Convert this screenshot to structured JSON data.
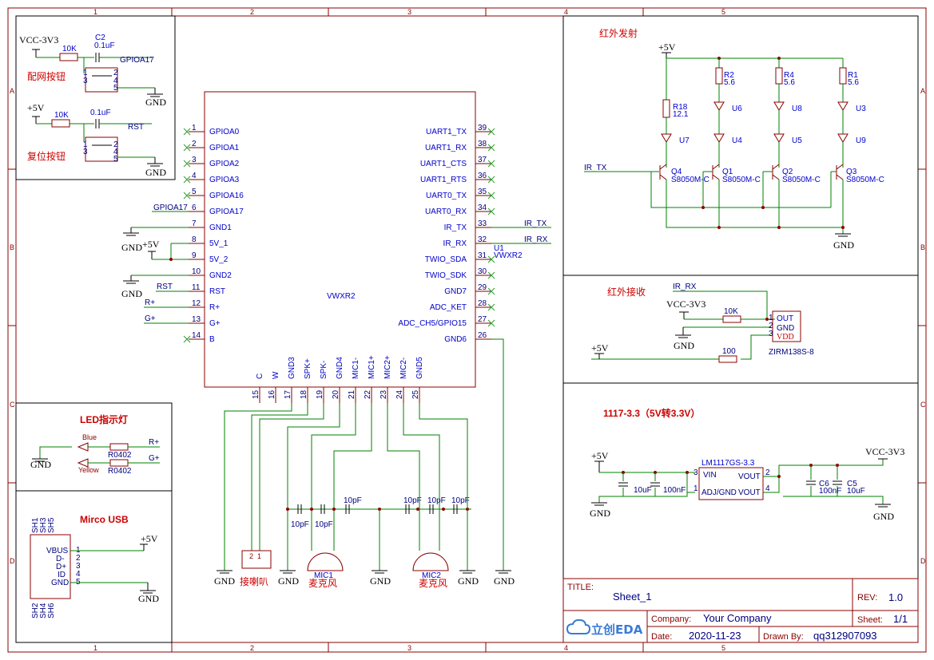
{
  "grid": {
    "columns": [
      "1",
      "2",
      "3",
      "4",
      "5"
    ],
    "rows": [
      "A",
      "B",
      "C",
      "D"
    ]
  },
  "sections": {
    "pairing_button": "配网按钮",
    "reset_button": "复位按钮",
    "ir_emit": "红外发射",
    "ir_receive": "红外接收",
    "ldo": "1117-3.3（5V转3.3V）",
    "led": "LED指示灯",
    "usb": "Mirco USB",
    "speaker": "接喇叭",
    "mic_label": "麦克风"
  },
  "nets": {
    "vcc33": "VCC-3V3",
    "p5v": "+5V",
    "gnd": "GND",
    "gpioa17": "GPIOA17",
    "rst": "RST",
    "ir_tx": "IR_TX",
    "ir_rx": "IR_RX",
    "rplus": "R+",
    "gplus": "G+"
  },
  "buttons_block": {
    "r_10k": "10K",
    "c2": "C2",
    "c2_val": "0.1uF",
    "c_reset_val": "0.1uF",
    "pin1": "1",
    "pin2": "2",
    "pin3": "3",
    "pin4": "4",
    "pin5": "5"
  },
  "u1": {
    "ref": "U1",
    "name": "VWXR2",
    "center_label": "VWXR2",
    "left_pins": [
      {
        "num": "1",
        "name": "GPIOA0"
      },
      {
        "num": "2",
        "name": "GPIOA1"
      },
      {
        "num": "3",
        "name": "GPIOA2"
      },
      {
        "num": "4",
        "name": "GPIOA3"
      },
      {
        "num": "5",
        "name": "GPIOA16"
      },
      {
        "num": "6",
        "name": "GPIOA17"
      },
      {
        "num": "7",
        "name": "GND1"
      },
      {
        "num": "8",
        "name": "5V_1"
      },
      {
        "num": "9",
        "name": "5V_2"
      },
      {
        "num": "10",
        "name": "GND2"
      },
      {
        "num": "11",
        "name": "RST"
      },
      {
        "num": "12",
        "name": "R+"
      },
      {
        "num": "13",
        "name": "G+"
      },
      {
        "num": "14",
        "name": "B"
      }
    ],
    "right_pins": [
      {
        "num": "39",
        "name": "UART1_TX"
      },
      {
        "num": "38",
        "name": "UART1_RX"
      },
      {
        "num": "37",
        "name": "UART1_CTS"
      },
      {
        "num": "36",
        "name": "UART1_RTS"
      },
      {
        "num": "35",
        "name": "UART0_TX"
      },
      {
        "num": "34",
        "name": "UART0_RX"
      },
      {
        "num": "33",
        "name": "IR_TX"
      },
      {
        "num": "32",
        "name": "IR_RX"
      },
      {
        "num": "31",
        "name": "TWIO_SDA"
      },
      {
        "num": "30",
        "name": "TWIO_SDK"
      },
      {
        "num": "29",
        "name": "GND7"
      },
      {
        "num": "28",
        "name": "ADC_KET"
      },
      {
        "num": "27",
        "name": "ADC_CH5/GPIO15"
      },
      {
        "num": "26",
        "name": "GND6"
      }
    ],
    "bottom_pins": [
      {
        "num": "15",
        "name": "C"
      },
      {
        "num": "16",
        "name": "W"
      },
      {
        "num": "17",
        "name": "GND3"
      },
      {
        "num": "18",
        "name": "SPK+"
      },
      {
        "num": "19",
        "name": "SPK-"
      },
      {
        "num": "20",
        "name": "GND4"
      },
      {
        "num": "21",
        "name": "MIC1-"
      },
      {
        "num": "22",
        "name": "MIC1+"
      },
      {
        "num": "23",
        "name": "MIC2+"
      },
      {
        "num": "24",
        "name": "MIC2-"
      },
      {
        "num": "25",
        "name": "GND5"
      }
    ]
  },
  "ir_emit": {
    "resistors": [
      {
        "ref": "R18",
        "val": "12.1"
      },
      {
        "ref": "R2",
        "val": "5.6"
      },
      {
        "ref": "R4",
        "val": "5.6"
      },
      {
        "ref": "R1",
        "val": "5.6"
      }
    ],
    "leds_top": [
      "U6",
      "U8",
      "U3"
    ],
    "leds_bottom": [
      "U7",
      "U4",
      "U5",
      "U9"
    ],
    "transistors": [
      {
        "ref": "Q4",
        "val": "S8050M-C"
      },
      {
        "ref": "Q1",
        "val": "S8050M-C"
      },
      {
        "ref": "Q2",
        "val": "S8050M-C"
      },
      {
        "ref": "Q3",
        "val": "S8050M-C"
      }
    ]
  },
  "ir_recv": {
    "r1": "10K",
    "r2": "100",
    "part": "ZIRM138S-8",
    "pins": [
      {
        "num": "1",
        "name": "OUT"
      },
      {
        "num": "2",
        "name": "GND"
      },
      {
        "num": "3",
        "name": "VDD"
      }
    ]
  },
  "ldo": {
    "ic": "LM1117GS-3.3",
    "vin": "VIN",
    "vout": "VOUT",
    "adj": "ADJ/GND",
    "pin_vin": "3",
    "pin_vout": "2",
    "pin_adj": "1",
    "pin_vout2": "4",
    "caps_left": [
      "10uF",
      "100nF"
    ],
    "c6": "C6",
    "c6_val": "100nF",
    "c5": "C5",
    "c5_val": "10uF"
  },
  "led_block": {
    "blue": "Blue",
    "yellow": "Yellow",
    "r1": "R0402",
    "r2": "R0402"
  },
  "usb": {
    "pins_left": [
      "VBUS",
      "D-",
      "D+",
      "ID",
      "GND"
    ],
    "pin_nums": [
      "1",
      "2",
      "3",
      "4",
      "5"
    ],
    "shields_top": [
      "SH1",
      "SH3",
      "SH5"
    ],
    "shields_bottom": [
      "SH2",
      "SH4",
      "SH6"
    ]
  },
  "audio": {
    "caps": [
      "10pF",
      "10pF",
      "10pF",
      "10pF",
      "10pF",
      "10pF"
    ],
    "mic1": "MIC1",
    "mic2": "MIC2",
    "spk_pins": [
      "2",
      "1"
    ]
  },
  "title_block": {
    "title_label": "TITLE:",
    "title": "Sheet_1",
    "rev_label": "REV:",
    "rev": "1.0",
    "company_label": "Company:",
    "company": "Your Company",
    "sheet_label": "Sheet:",
    "sheet": "1/1",
    "date_label": "Date:",
    "date": "2020-11-23",
    "drawn_label": "Drawn By:",
    "drawn": "qq312907093",
    "logo": "立创EDA"
  },
  "colors": {
    "frame": "#8b0000",
    "wire": "#008000",
    "pin_text": "#0000cc",
    "label": "#cc0000"
  }
}
